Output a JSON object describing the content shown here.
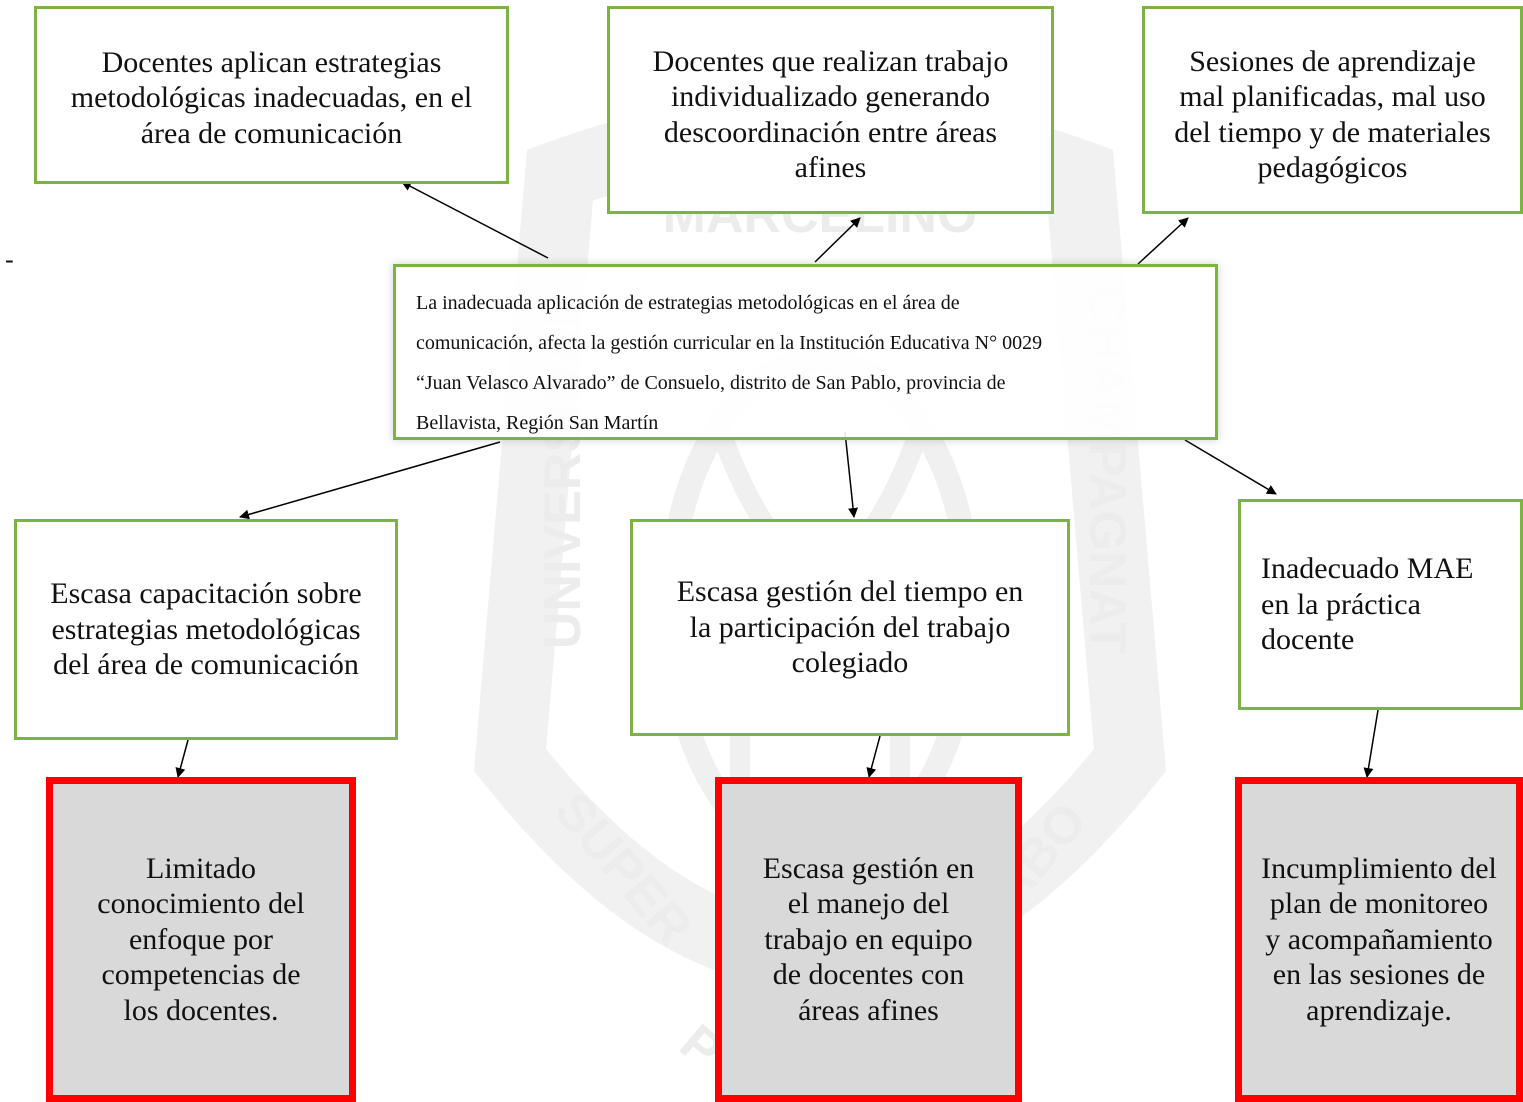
{
  "effects": [
    "Docentes aplican estrategias\nmetodológicas inadecuadas, en el\nárea de comunicación",
    "Docentes que realizan trabajo\nindividualizado generando\ndescoordinación entre áreas\nafines",
    "Sesiones de aprendizaje\nmal planificadas, mal uso\ndel tiempo y de materiales\npedagógicos"
  ],
  "central_problem": "La inadecuada aplicación de estrategias metodológicas en el área de\ncomunicación, afecta la gestión curricular en la Institución Educativa N° 0029\n“Juan Velasco Alvarado” de Consuelo, distrito de San Pablo, provincia de\nBellavista, Región San Martín",
  "causes": [
    "Escasa capacitación sobre\nestrategias metodológicas\ndel área de comunicación",
    "Escasa gestión del tiempo en\nla participación del trabajo\ncolegiado",
    "Inadecuado MAE\nen la práctica\ndocente"
  ],
  "root_causes": [
    "Limitado\nconocimiento del\nenfoque por\ncompetencias de\nlos docentes.",
    "Escasa gestión en\nel manejo del\ntrabajo en equipo\nde docentes con\náreas afines",
    "Incumplimiento del\nplan de monitoreo\ny acompañamiento\nen las sesiones de\naprendizaje."
  ],
  "stray_mark": "-",
  "watermark": {
    "top": "MARCELINO",
    "left": "UNIVERSIDAD",
    "right": "CHAMPAGNAT",
    "bottom_left": "SUPER",
    "bottom_right": "CABO",
    "partial": "P",
    "color": "#ededed"
  },
  "colors": {
    "effect_border": "#7cb342",
    "root_border": "#ff0000",
    "root_fill": "#d9d9d9"
  }
}
